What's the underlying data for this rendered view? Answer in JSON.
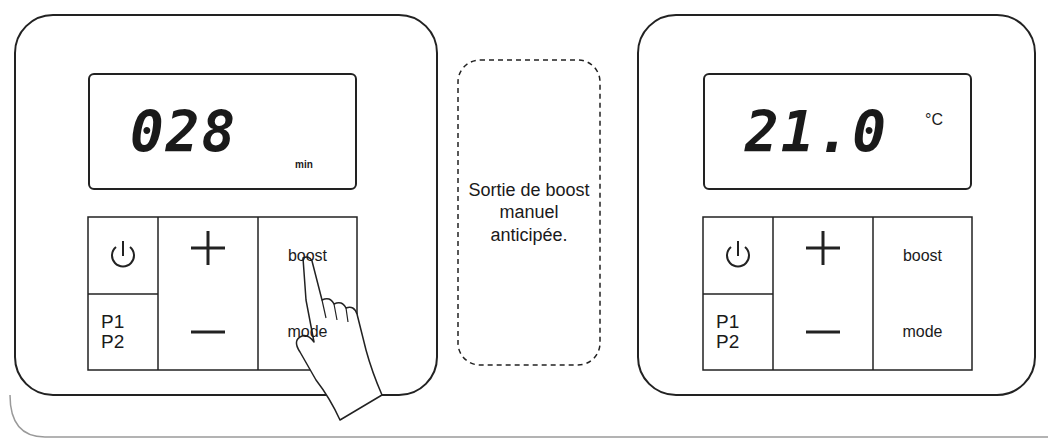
{
  "diagram": {
    "nodes": [
      {
        "text": [
          "028",
          "min"
        ]
      },
      {
        "text": [
          "boost"
        ]
      },
      {
        "text": [
          "mode"
        ]
      },
      {
        "text": [
          "P1 P2"
        ]
      },
      {
        "text": [
          "Sortie de boost manuel anticipée."
        ]
      },
      {
        "text": [
          "21.0",
          "°C"
        ]
      },
      {
        "text": [
          "boost"
        ]
      },
      {
        "text": [
          "mode"
        ]
      },
      {
        "text": [
          "P1 P2"
        ]
      }
    ]
  }
}
